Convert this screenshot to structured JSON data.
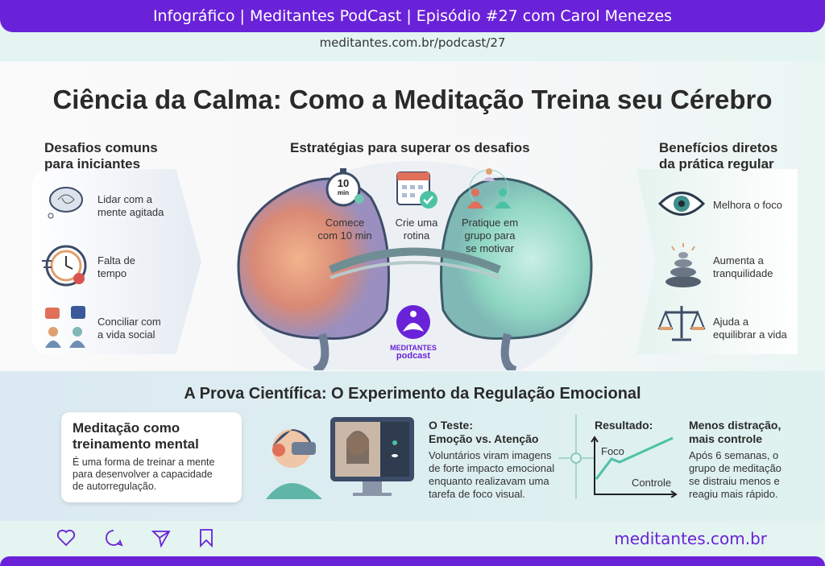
{
  "header": {
    "title": "Infográfico | Meditantes PodCast | Episódio #27 com Carol Menezes",
    "url": "meditantes.com.br/podcast/27"
  },
  "main_title": "Ciência da Calma: Como a Meditação Treina seu Cérebro",
  "challenges": {
    "heading": [
      "Desafios comuns",
      "para iniciantes"
    ],
    "items": [
      {
        "icon": "thought-cloud-icon",
        "lines": [
          "Lidar com a",
          "mente agitada"
        ]
      },
      {
        "icon": "clock-icon",
        "lines": [
          "Falta de",
          "tempo"
        ]
      },
      {
        "icon": "social-people-icon",
        "lines": [
          "Conciliar com",
          "a vida social"
        ]
      }
    ]
  },
  "strategies": {
    "heading": "Estratégias para superar os desafios",
    "items": [
      {
        "icon": "stopwatch-icon",
        "badge": "10",
        "badge_unit": "min",
        "lines": [
          "Comece",
          "com 10 min"
        ]
      },
      {
        "icon": "calendar-check-icon",
        "lines": [
          "Crie uma",
          "rotina"
        ]
      },
      {
        "icon": "group-meditation-icon",
        "lines": [
          "Pratique em",
          "grupo para",
          "se motivar"
        ]
      }
    ]
  },
  "benefits": {
    "heading": [
      "Benefícios diretos",
      "da prática regular"
    ],
    "items": [
      {
        "icon": "eye-icon",
        "lines": [
          "Melhora o foco"
        ]
      },
      {
        "icon": "stacked-stones-icon",
        "lines": [
          "Aumenta a",
          "tranquilidade"
        ]
      },
      {
        "icon": "balance-scale-icon",
        "lines": [
          "Ajuda a",
          "equilibrar a vida"
        ]
      }
    ]
  },
  "logo": {
    "name": "MEDITANTES",
    "sub": "podcast"
  },
  "experiment": {
    "heading": "A Prova Científica: O Experimento da Regulação Emocional",
    "card": {
      "title": [
        "Meditação como",
        "treinamento mental"
      ],
      "text": [
        "É uma forma de treinar a mente",
        "para desenvolver a capacidade",
        "de autorregulação."
      ]
    },
    "test": {
      "title": [
        "O Teste:",
        "Emoção vs. Atenção"
      ],
      "text": [
        "Voluntários viram imagens",
        "de forte impacto emocional",
        "enquanto realizavam uma",
        "tarefa de foco visual."
      ]
    },
    "result": {
      "title": "Resultado:",
      "foco": "Foco",
      "controle": "Controle"
    },
    "conclusion": {
      "title": [
        "Menos distração,",
        "mais controle"
      ],
      "text": [
        "Após 6 semanas, o",
        "grupo de meditação",
        "se distraiu menos e",
        "reagiu mais rápido."
      ]
    }
  },
  "colors": {
    "purple": "#6a22d8",
    "teal": "#4cc2a4"
  },
  "footer": {
    "url": "meditantes.com.br",
    "actions": [
      "heart-icon",
      "comment-icon",
      "share-icon",
      "bookmark-icon"
    ]
  }
}
